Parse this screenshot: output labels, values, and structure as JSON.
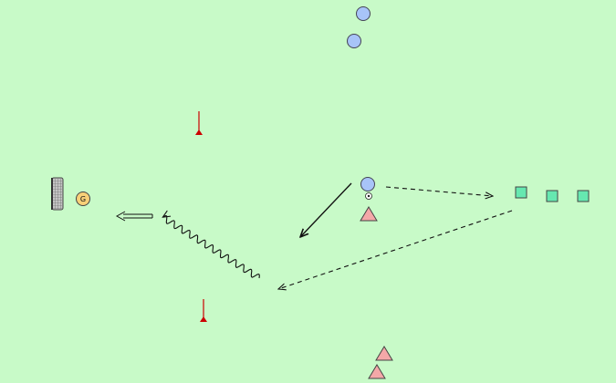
{
  "colors": {
    "field": "#c8fac8",
    "player_blue": "#a8c4f8",
    "player_red": "#f4a8a8",
    "player_green": "#66e8b0",
    "goalkeeper": "#f8d078",
    "pole": "#cc0000",
    "line": "#111111",
    "goal_net": "#b8b8b8"
  },
  "goalkeeper": {
    "label": "G"
  },
  "players": {
    "blue": 3,
    "red": 3,
    "green": 3
  },
  "icons": [
    "goal-net-icon",
    "ball-icon",
    "marker-pole-icon"
  ],
  "arrows": [
    {
      "name": "pass-arrow",
      "style": "solid"
    },
    {
      "name": "pass-arrow-dashed",
      "style": "dashed"
    },
    {
      "name": "run-arrow-dashed",
      "style": "dashed"
    },
    {
      "name": "dribble-arrow",
      "style": "wavy"
    },
    {
      "name": "shot-arrow",
      "style": "double"
    }
  ]
}
